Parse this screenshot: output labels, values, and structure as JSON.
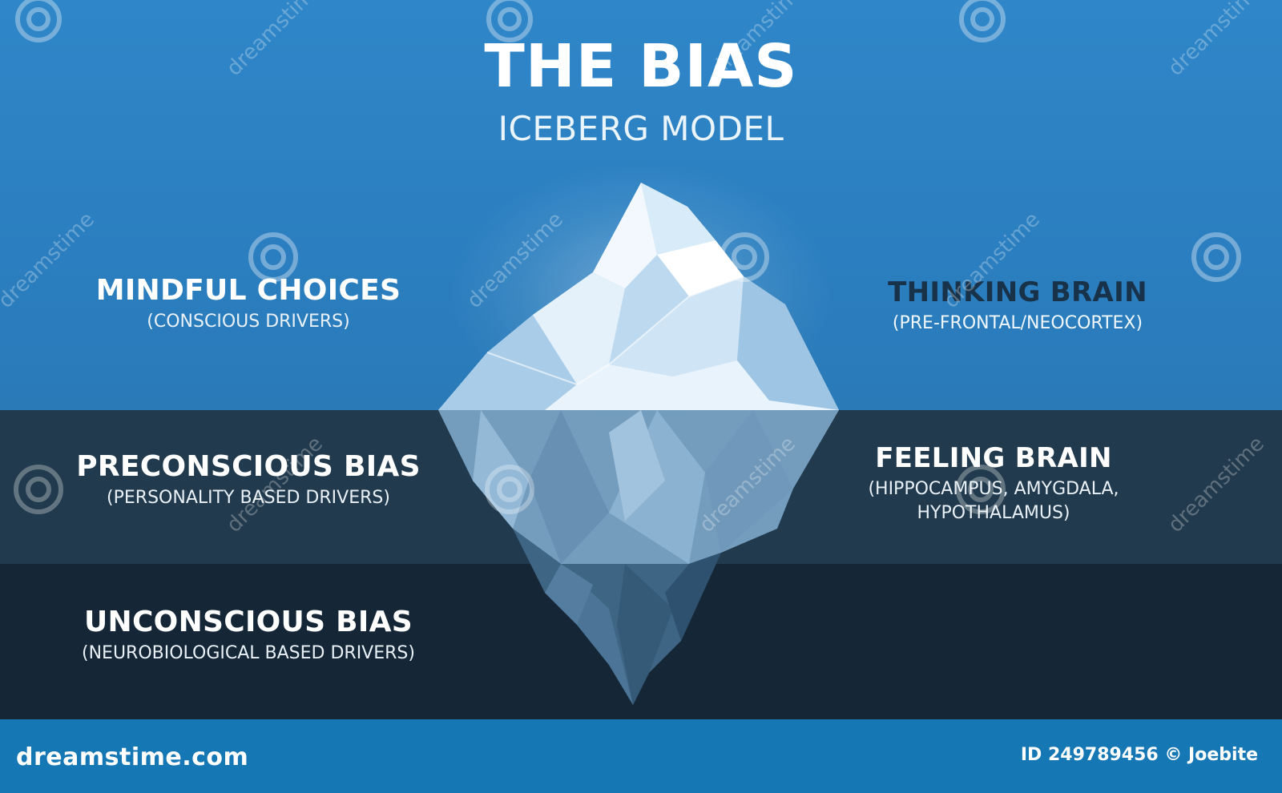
{
  "title": {
    "main": "THE BIAS",
    "sub": "ICEBERG MODEL"
  },
  "left_labels": [
    {
      "heading": "MINDFUL CHOICES",
      "sub": "(CONSCIOUS DRIVERS)"
    },
    {
      "heading": "PRECONSCIOUS BIAS",
      "sub": "(PERSONALITY BASED DRIVERS)"
    },
    {
      "heading": "UNCONSCIOUS BIAS",
      "sub": "(NEUROBIOLOGICAL BASED DRIVERS)"
    }
  ],
  "right_labels": [
    {
      "heading": "THINKING BRAIN",
      "sub": "(PRE-FRONTAL/NEOCORTEX)"
    },
    {
      "heading": "FEELING BRAIN",
      "sub_line1": "(HIPPOCAMPUS, AMYGDALA,",
      "sub_line2": "HYPOTHALAMUS)"
    }
  ],
  "watermark": {
    "text": "dreamstime",
    "icon": "spiral-logo-icon"
  },
  "footer": {
    "brand": "dreamstime.com",
    "image_id": "ID 249789456 © Joebite"
  },
  "colors": {
    "sky": "#2f86c8",
    "mid_water": "#213a4d",
    "deep_water": "#152736",
    "footer": "#1577b4",
    "thinking_heading": "#18324a"
  }
}
